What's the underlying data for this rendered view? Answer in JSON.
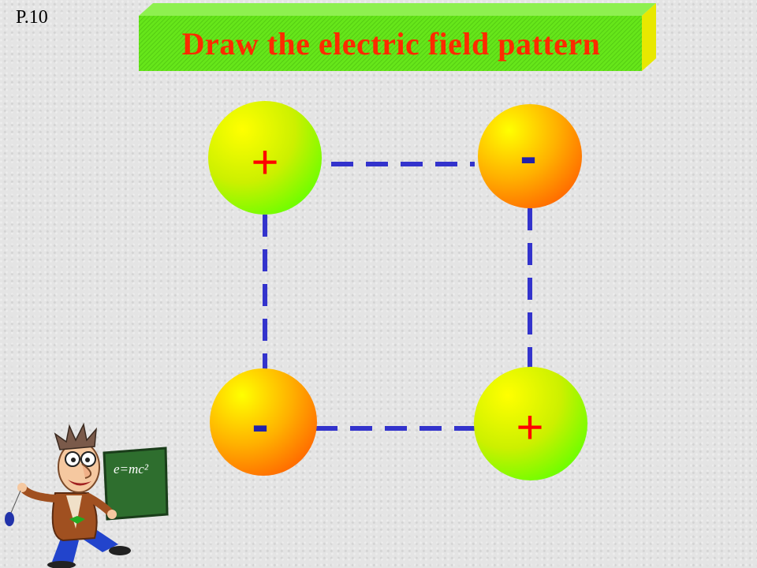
{
  "page_number": "P.10",
  "title": "Draw the electric field pattern",
  "charges": [
    {
      "id": "top-left",
      "sign": "+"
    },
    {
      "id": "top-right",
      "sign": "-"
    },
    {
      "id": "bottom-left",
      "sign": "-"
    },
    {
      "id": "bottom-right",
      "sign": "+"
    }
  ],
  "illustration": {
    "board_text": "e=mc²"
  },
  "colors": {
    "title_banner": "#66e61a",
    "title_text": "#ff2a00",
    "dash_line": "#3333cc",
    "positive_charge": "#66ff00",
    "negative_charge": "#ff6600",
    "charge_highlight": "#ffff00"
  }
}
